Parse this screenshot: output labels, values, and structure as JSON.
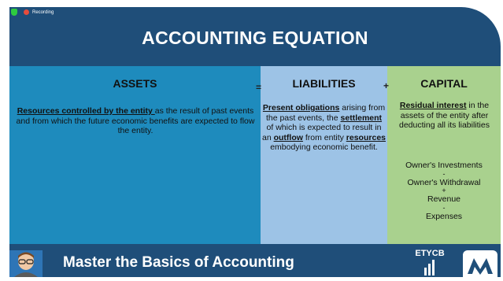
{
  "recording": {
    "label": "Recording"
  },
  "title": "ACCOUNTING EQUATION",
  "operators": {
    "equals": "=",
    "plus": "+"
  },
  "assets": {
    "heading": "ASSETS",
    "bold_part": "Resources controlled by the entity ",
    "rest": "as the result of past events and from which the future economic benefits are expected to flow the entity."
  },
  "liabilities": {
    "heading": "LIABILITIES",
    "p1_bold": "Present obligations",
    "p2": " arising from the past events, the ",
    "p3_bold": "settlement",
    "p4": " of which is expected to result in an ",
    "p5_bold": "outflow",
    "p6": " from entity ",
    "p7_bold": "resources",
    "p8": " embodying economic benefit."
  },
  "capital": {
    "heading": "CAPITAL",
    "bold_part": "Residual interest",
    "rest": " in the assets of the entity after deducting all its liabilities",
    "items": [
      {
        "text": "Owner's Investments",
        "sep": "-"
      },
      {
        "text": "Owner's Withdrawal",
        "sep": "+"
      },
      {
        "text": "Revenue",
        "sep": "-"
      },
      {
        "text": "Expenses",
        "sep": ""
      }
    ]
  },
  "footer": {
    "text": "Master the Basics of Accounting",
    "logo_text": "ETYCB"
  },
  "colors": {
    "header": "#1f4e79",
    "assets": "#1e8bbd",
    "liabilities": "#9dc3e6",
    "capital": "#a9d18e"
  },
  "icons": [
    "shield-icon",
    "recording-dot-icon",
    "avatar-icon",
    "bar-chart-icon",
    "m-logo-icon"
  ]
}
